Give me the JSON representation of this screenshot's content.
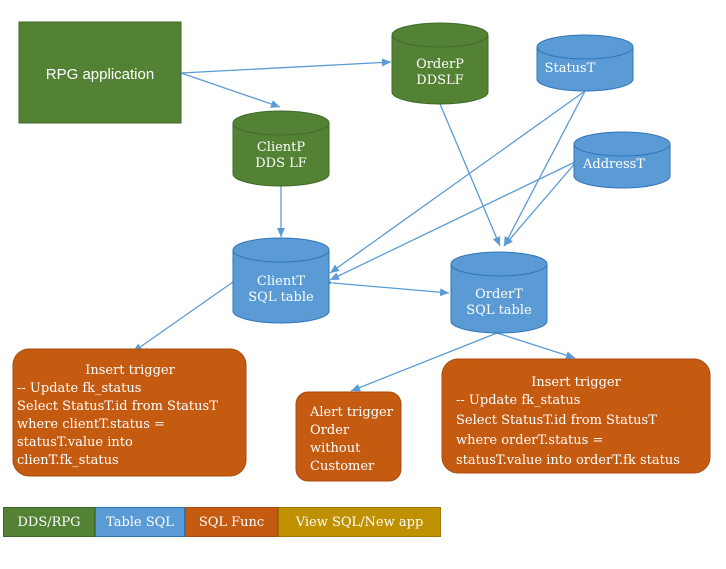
{
  "colors": {
    "green": "#548235",
    "green_dark": "#3f6a28",
    "blue": "#5b9bd5",
    "blue_dark": "#2e75b6",
    "orange": "#c55a11",
    "orange_dark": "#a84c0e",
    "gold": "#bf9000",
    "arrow": "#5b9bd5"
  },
  "nodes": {
    "rpg_app": {
      "label": "RPG application"
    },
    "orderp": {
      "line1": "OrderP",
      "line2": "DDSLF"
    },
    "statust": {
      "label": "StatusT"
    },
    "clientp": {
      "line1": "ClientP",
      "line2": "DDS LF"
    },
    "addresst": {
      "label": "AddressT"
    },
    "clientt": {
      "line1": "ClientT",
      "line2": "SQL table"
    },
    "ordert": {
      "line1": "OrderT",
      "line2": "SQL table"
    }
  },
  "triggers": {
    "client_insert": {
      "title": "Insert trigger",
      "lines": [
        "-- Update fk_status",
        "Select StatusT.id from StatusT",
        "where  clientT.status =",
        "statusT.value into",
        "clienT.fk_status"
      ]
    },
    "alert": {
      "lines": [
        "Alert trigger",
        "Order",
        "without",
        "Customer"
      ]
    },
    "order_insert": {
      "title": "Insert trigger",
      "lines": [
        "-- Update fk_status",
        "Select StatusT.id from StatusT",
        "where  orderT.status =",
        "statusT.value into orderT.fk  status"
      ]
    }
  },
  "legend": {
    "dds_rpg": "DDS/RPG",
    "table_sql": "Table SQL",
    "sql_func": "SQL Func",
    "view_sql": "View SQL/New app"
  }
}
